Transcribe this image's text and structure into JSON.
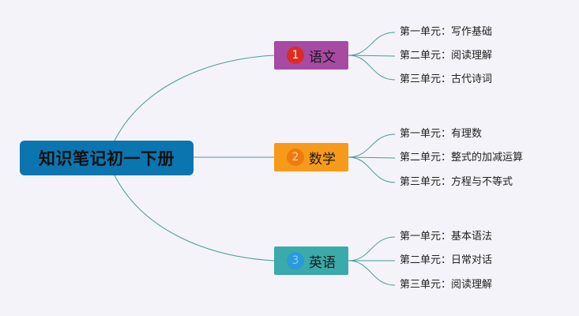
{
  "root": {
    "title": "知识笔记初一下册",
    "color": "#0b75b0"
  },
  "branches": [
    {
      "number": "1",
      "label": "语文",
      "color": "#a64aa3",
      "badge_color": "#e02b20",
      "badge_text_color": "#ffffff",
      "children": [
        "第一单元：写作基础",
        "第二单元：阅读理解",
        "第三单元：古代诗词"
      ]
    },
    {
      "number": "2",
      "label": "数学",
      "color": "#f89a19",
      "badge_color": "#f07a10",
      "badge_text_color": "#ffd9a8",
      "children": [
        "第一单元：有理数",
        "第二单元：整式的加减运算",
        "第三单元：方程与不等式"
      ]
    },
    {
      "number": "3",
      "label": "英语",
      "color": "#3aaaaa",
      "badge_color": "#2a9ad8",
      "badge_text_color": "#7fd0ff",
      "children": [
        "第一单元：基本语法",
        "第二单元：日常对话",
        "第三单元：阅读理解"
      ]
    }
  ],
  "connector_color": "#4a9a9a"
}
